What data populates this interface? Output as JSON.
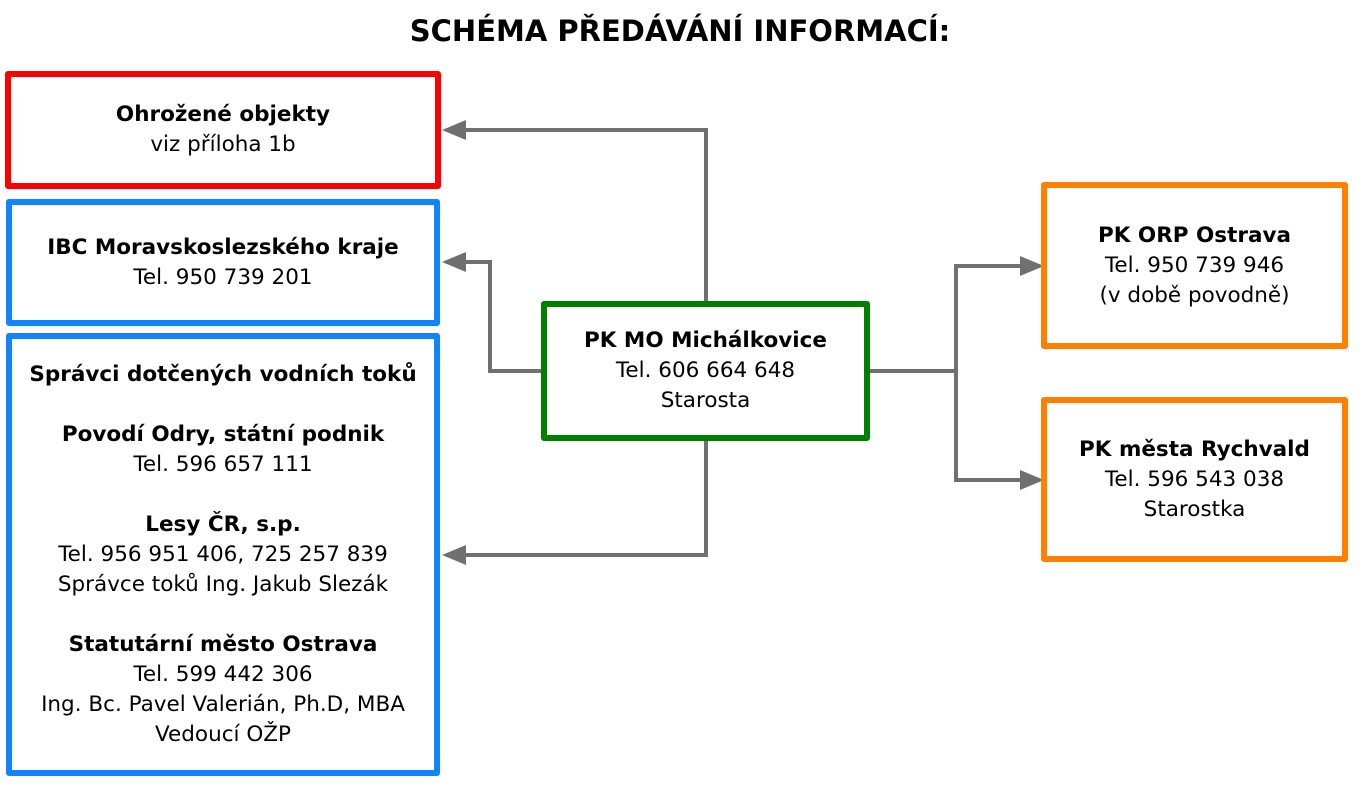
{
  "title": "SCHÉMA PŘEDÁVÁNÍ INFORMACÍ:",
  "colors": {
    "threatened": "#ff0000",
    "authority": "#1184ff",
    "center": "#008000",
    "crisis_staff": "#ff8000",
    "connector": "#707070"
  },
  "nodes": {
    "threatened_objects": {
      "heading": "Ohrožené objekty",
      "line1": "viz příloha 1b"
    },
    "ibc": {
      "heading": "IBC Moravskoslezského kraje",
      "line1": "Tel. 950 739 201"
    },
    "water_managers": {
      "heading": "Správci dotčených vodních toků",
      "entries": [
        {
          "name": "Povodí Odry, státní podnik",
          "lines": [
            "Tel. 596 657 111"
          ]
        },
        {
          "name": "Lesy ČR, s.p.",
          "lines": [
            "Tel. 956 951 406, 725 257 839",
            "Správce toků Ing. Jakub Slezák"
          ]
        },
        {
          "name": "Statutární město Ostrava",
          "lines": [
            "Tel. 599 442 306",
            "Ing. Bc. Pavel Valerián, Ph.D, MBA",
            "Vedoucí OŽP"
          ]
        }
      ]
    },
    "center": {
      "heading": "PK MO Michálkovice",
      "line1": "Tel. 606 664 648",
      "line2": "Starosta"
    },
    "orp_ostrava": {
      "heading": "PK ORP Ostrava",
      "line1": "Tel. 950 739 946",
      "line2": "(v době povodně)"
    },
    "rychvald": {
      "heading": "PK města Rychvald",
      "line1": "Tel. 596 543 038",
      "line2": "Starostka"
    }
  },
  "edges": [
    {
      "from": "center",
      "to": "threatened_objects"
    },
    {
      "from": "center",
      "to": "ibc"
    },
    {
      "from": "center",
      "to": "water_managers"
    },
    {
      "from": "center",
      "to": "orp_ostrava"
    },
    {
      "from": "center",
      "to": "rychvald"
    }
  ]
}
